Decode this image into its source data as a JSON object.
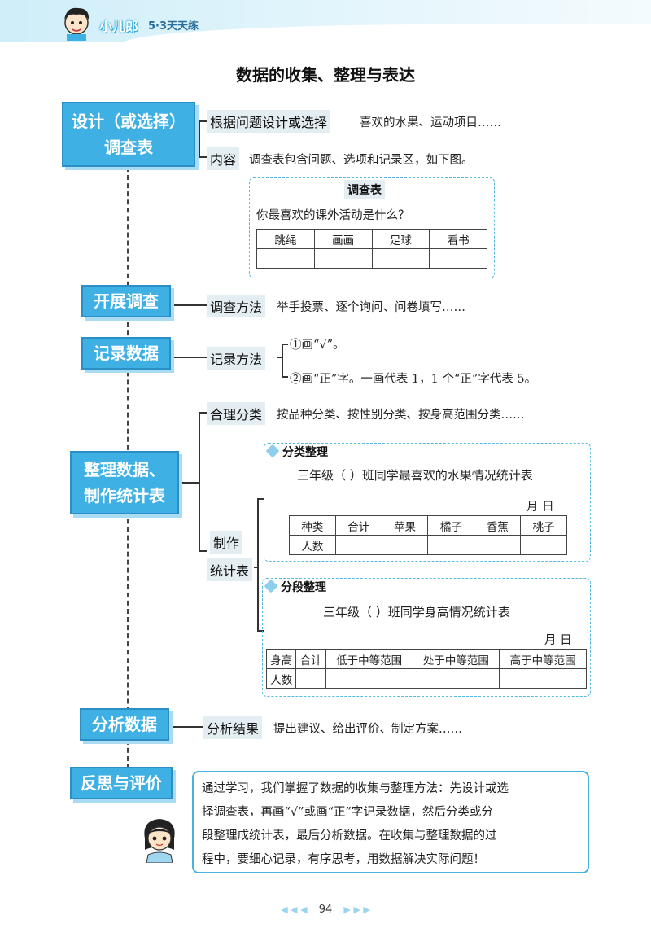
{
  "header": {
    "brand": "小儿郎",
    "series": "5·3天天练"
  },
  "title": "数据的收集、整理与表达",
  "sections": {
    "design": {
      "node": [
        "设计（或选择）",
        "调查表"
      ],
      "branch1_label": "根据问题设计或选择",
      "branch1_text": "喜欢的水果、运动项目……",
      "branch2_label": "内容",
      "branch2_text": "调查表包含问题、选项和记录区，如下图。"
    },
    "survey": {
      "title": "调查表",
      "question": "你最喜欢的课外活动是什么？",
      "options": [
        "跳绳",
        "画画",
        "足球",
        "看书"
      ]
    },
    "conduct": {
      "node": "开展调查",
      "label": "调查方法",
      "text": "举手投票、逐个询问、问卷填写……"
    },
    "record": {
      "node": "记录数据",
      "label": "记录方法",
      "item1": "①画“√”。",
      "item2": "②画“正”字。一画代表 1，1 个“正”字代表 5。"
    },
    "organize": {
      "node": [
        "整理数据、",
        "制作统计表"
      ],
      "label1": "合理分类",
      "text1": "按品种分类、按性别分类、按身高范围分类……",
      "label2a": "制作",
      "label2b": "统计表",
      "table1": {
        "tag": "分类整理",
        "caption": "三年级（   ）班同学最喜欢的水果情况统计表",
        "date": "月    日",
        "headers": [
          "种类",
          "合计",
          "苹果",
          "橘子",
          "香蕉",
          "桃子"
        ],
        "row": "人数"
      },
      "table2": {
        "tag": "分段整理",
        "caption": "三年级（   ）班同学身高情况统计表",
        "date": "月    日",
        "headers": [
          "身高",
          "合计",
          "低于中等范围",
          "处于中等范围",
          "高于中等范围"
        ],
        "row": "人数"
      }
    },
    "analyze": {
      "node": "分析数据",
      "label": "分析结果",
      "text": "提出建议、给出评价、制定方案……"
    },
    "reflect": {
      "node": "反思与评价",
      "lines": [
        "通过学习，我们掌握了数据的收集与整理方法：先设计或选",
        "择调查表，再画“√”或画“正”字记录数据，然后分类或分",
        "段整理成统计表，最后分析数据。在收集与整理数据的过",
        "程中，要细心记录，有序思考，用数据解决实际问题！"
      ]
    }
  },
  "footer": {
    "page": "94",
    "left_arrows": "◀ ◀ ◀",
    "right_arrows": "▶ ▶ ▶"
  },
  "colors": {
    "accent": "#3fb0e4",
    "label_bg": "#e4eef2",
    "dash_border": "#55b9e0"
  }
}
